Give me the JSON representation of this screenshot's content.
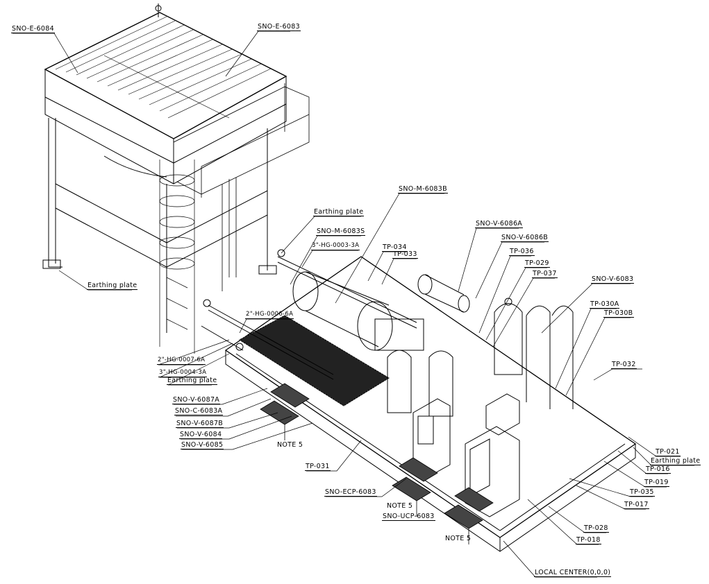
{
  "drawing": {
    "type": "isometric equipment layout",
    "line_color": "#000000",
    "background": "#ffffff"
  },
  "callouts": [
    "SNO-E-6084",
    "SNO-E-6083",
    "Earthing plate",
    "SNO-M-6083B",
    "Earthing plate",
    "SNO-M-6083S",
    "3\"-HG-0003-3A",
    "TP-034",
    "TP-033",
    "2\"-HG-0006-6A",
    "2\"-HG-0007-6A",
    "3\"-HG-0004-3A",
    "Earthing plate",
    "SNO-V-6086A",
    "SNO-V-6086B",
    "TP-036",
    "TP-029",
    "TP-037",
    "SNO-V-6083",
    "TP-030A",
    "TP-030B",
    "TP-032",
    "SNO-V-6087A",
    "SNO-C-6083A",
    "SNO-V-6087B",
    "SNO-V-6084",
    "SNO-V-6085",
    "NOTE 5",
    "TP-031",
    "SNO-ECP-6083",
    "NOTE 5",
    "SNO-UCP-6083",
    "NOTE 5",
    "TP-021",
    "Earthing plate",
    "TP-016",
    "TP-019",
    "TP-035",
    "TP-017",
    "TP-028",
    "TP-018",
    "LOCAL CENTER(0,0,0)"
  ]
}
